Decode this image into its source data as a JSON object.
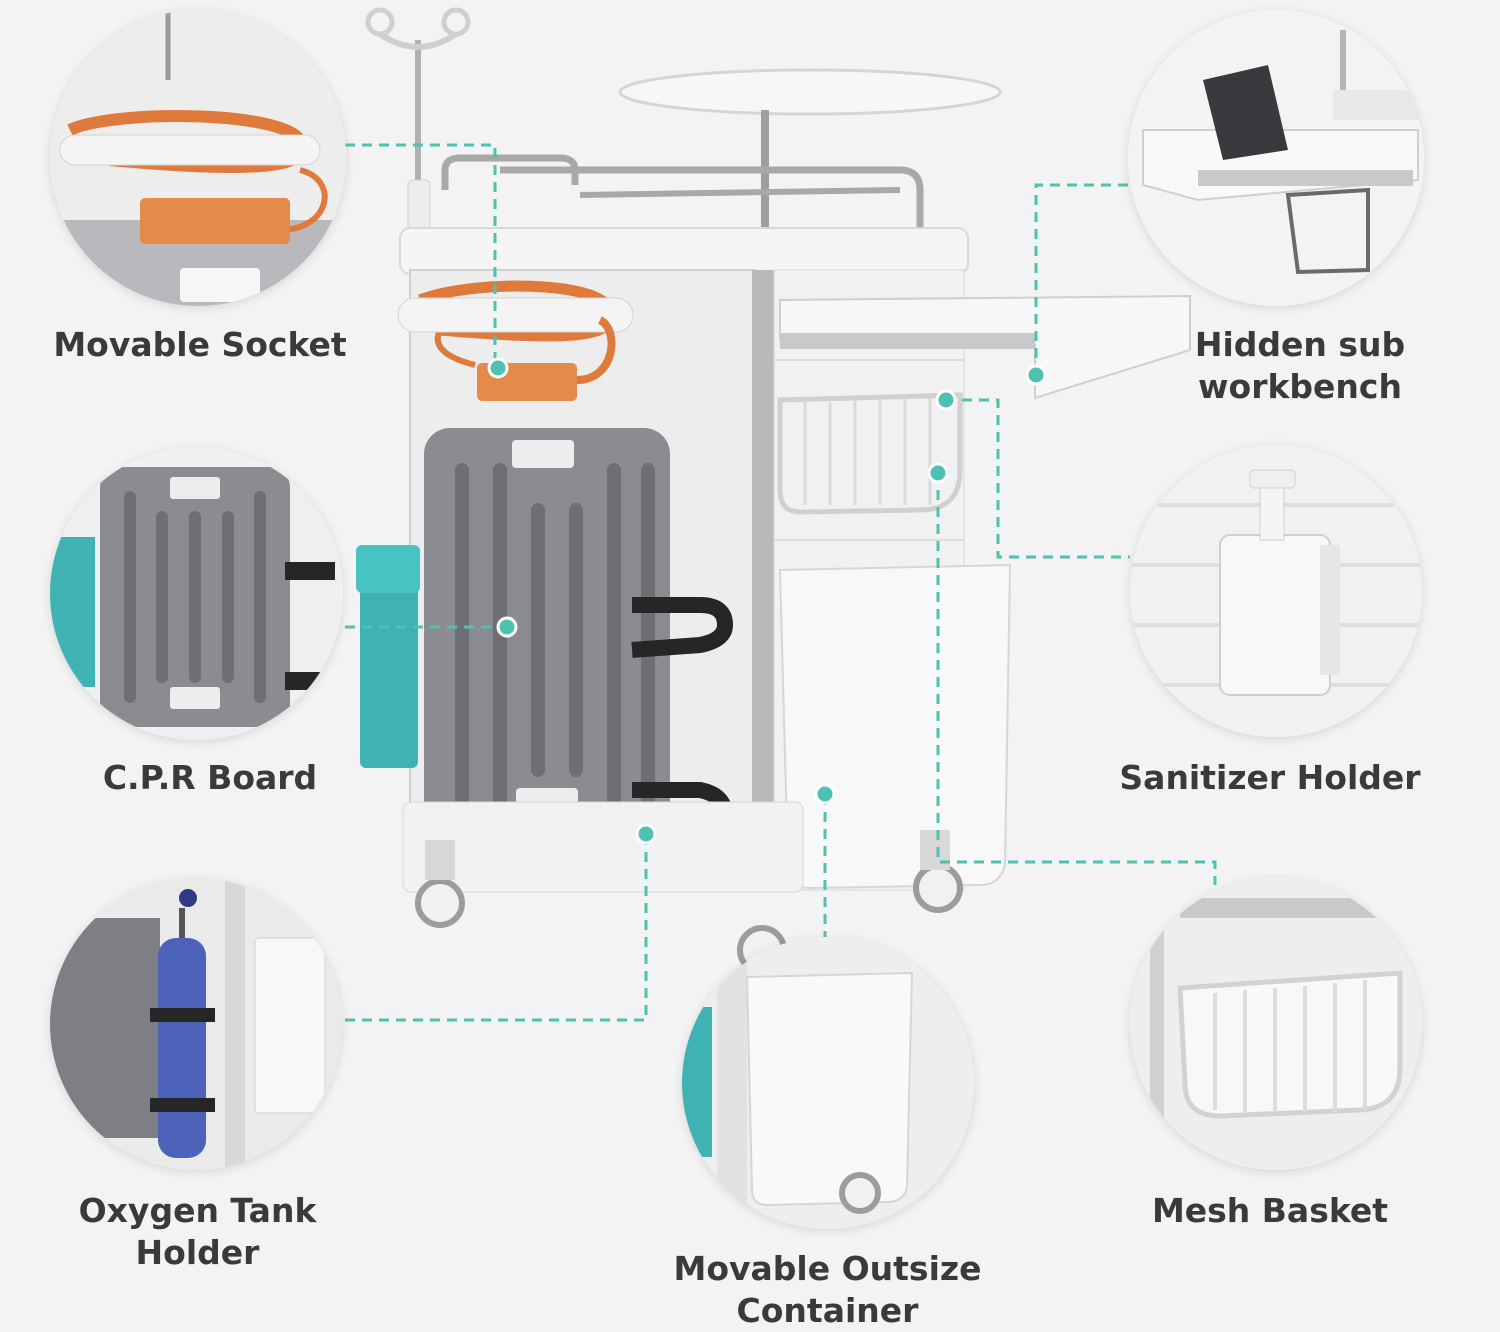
{
  "features": {
    "movable_socket": "Movable Socket",
    "hidden_workbench": "Hidden sub\nworkbench",
    "cpr_board": "C.P.R Board",
    "sanitizer_holder": "Sanitizer Holder",
    "oxygen_tank_holder": "Oxygen Tank\nHolder",
    "mesh_basket": "Mesh Basket",
    "outsize_container": "Movable Outsize\nContainer"
  },
  "colors": {
    "callout_line": "#4fc1b3",
    "label_text": "#3a3a3a",
    "cord_orange": "#e07a3c",
    "cpr_gray": "#7d7f85",
    "bin_teal": "#3fb2b4",
    "oxygen_blue": "#4b62b8"
  }
}
